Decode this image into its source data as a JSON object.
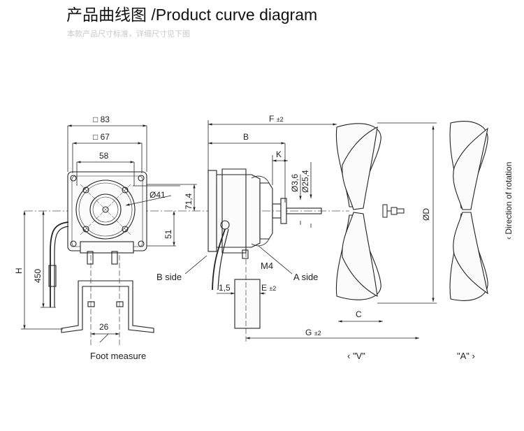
{
  "header": {
    "title_cn": "产品曲线图",
    "title_en": "/Product curve diagram",
    "subtitle": "本款产品尺寸标准，详细尺寸见下图"
  },
  "front_view": {
    "dim_83": "□ 83",
    "dim_67": "□ 67",
    "dim_58": "58",
    "dim_41": "Ø41",
    "dim_71_4": "71,4",
    "dim_51": "51",
    "dim_H": "H",
    "dim_450": "450",
    "dim_26": "26",
    "foot_measure": "Foot measure"
  },
  "side_view": {
    "dim_F": "F",
    "dim_F_tol": "±2",
    "dim_B": "B",
    "dim_K": "K",
    "dim_3_6": "Ø3,6",
    "dim_25_4": "Ø25,4",
    "b_side": "B side",
    "m4": "M4",
    "a_side": "A side",
    "dim_1_5": "1,5",
    "dim_E": "E",
    "dim_E_tol": "±2",
    "dim_G": "G",
    "dim_G_tol": "±2",
    "dim_C": "C",
    "dim_D": "ØD"
  },
  "fan_views": {
    "view_v": "‹ \"V\"",
    "view_a": "\"A\" ›",
    "rotation": "‹ Direction of rotation"
  }
}
